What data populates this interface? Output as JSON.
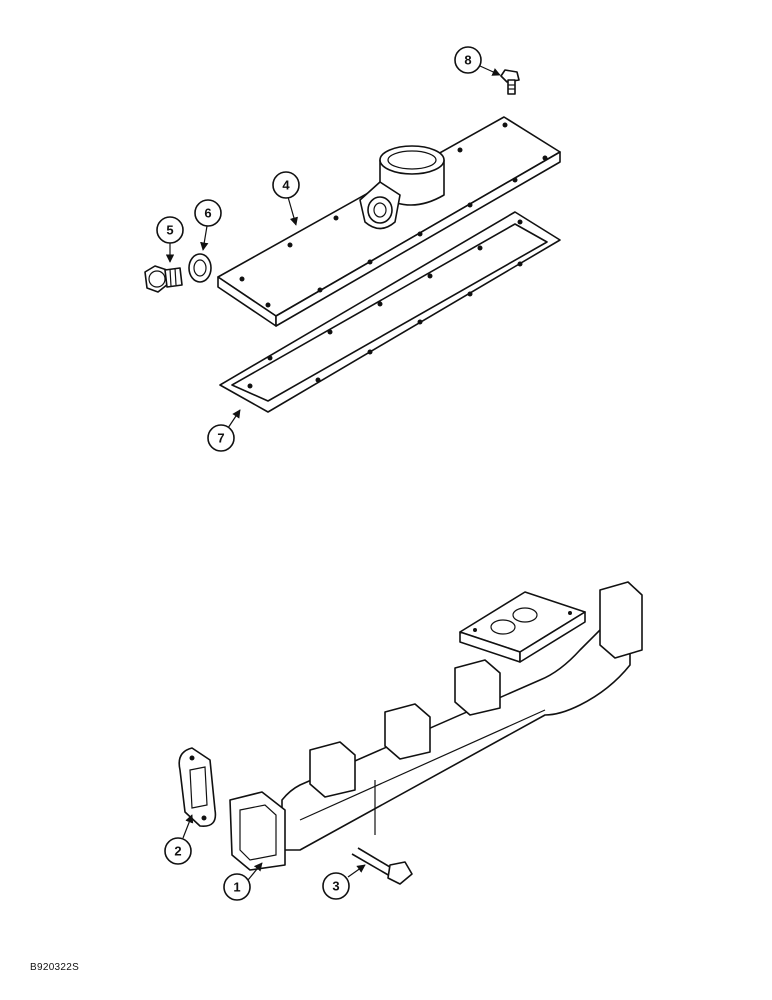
{
  "callouts": {
    "c1": "1",
    "c2": "2",
    "c3": "3",
    "c4": "4",
    "c5": "5",
    "c6": "6",
    "c7": "7",
    "c8": "8"
  },
  "reference_code": "B920322S",
  "colors": {
    "ink": "#111111",
    "paper": "#ffffff"
  }
}
